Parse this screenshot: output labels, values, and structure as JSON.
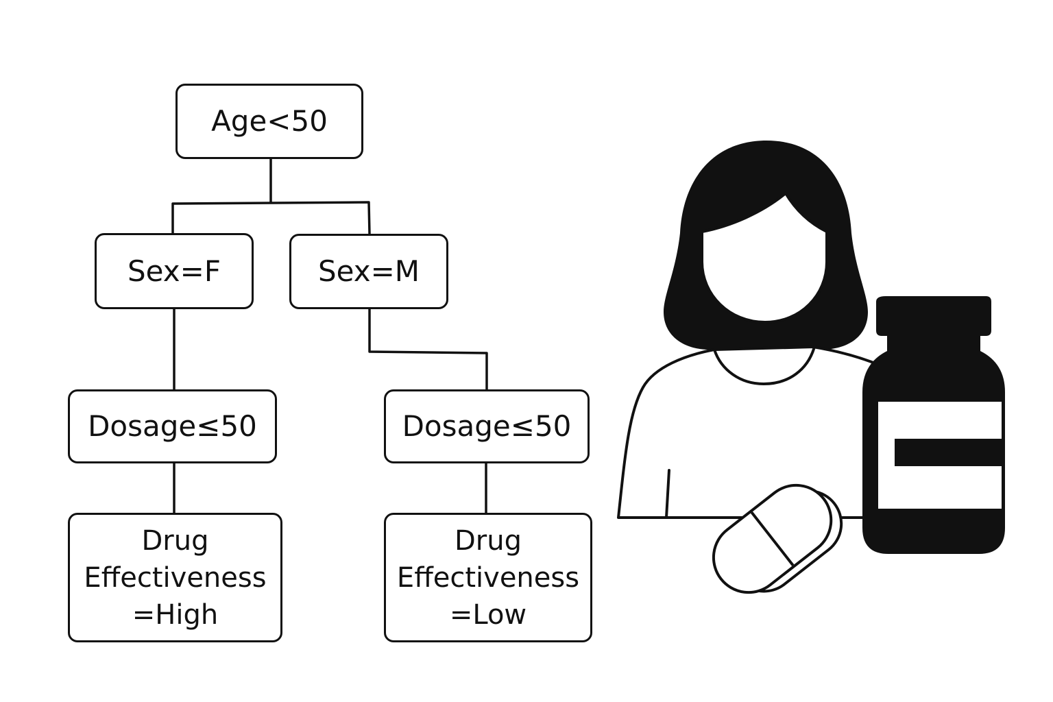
{
  "nodes": {
    "root": "Age<50",
    "sex_female": "Sex=F",
    "sex_male": "Sex=M",
    "dosage_left": "Dosage≤50",
    "dosage_right": "Dosage≤50",
    "leaf_high": [
      "Drug",
      "Effectiveness",
      "=High"
    ],
    "leaf_low": [
      "Drug",
      "Effectiveness",
      "=Low"
    ]
  },
  "illustration": {
    "person_icon": "woman-icon",
    "pill_icon": "capsule-icon",
    "bottle_icon": "medicine-bottle-icon",
    "ink_color": "#111111",
    "background_color": "#ffffff"
  }
}
